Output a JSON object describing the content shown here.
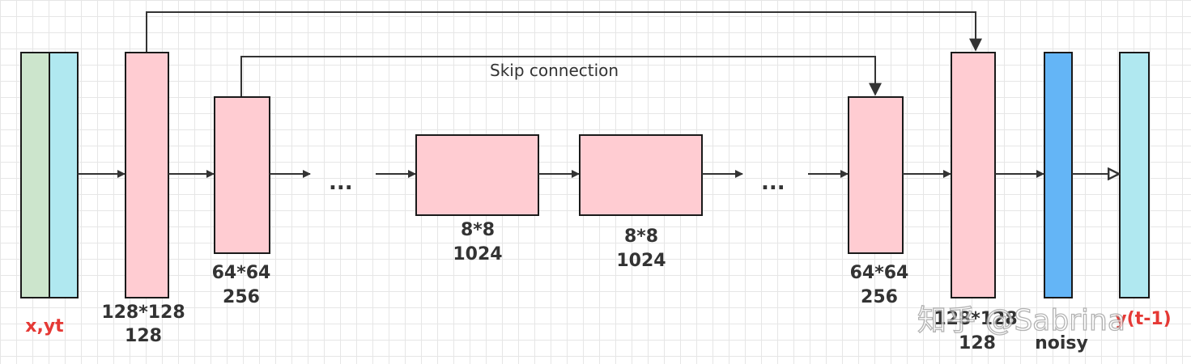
{
  "colors": {
    "pink": "#ffccd2",
    "green": "#cce5cc",
    "cyan": "#b0e8f0",
    "blue": "#64b5f6",
    "red_text": "#e53935"
  },
  "labels": {
    "input": "x,yt",
    "enc1": [
      "128*128",
      "128"
    ],
    "enc2": [
      "64*64",
      "256"
    ],
    "mid1": [
      "8*8",
      "1024"
    ],
    "mid2": [
      "8*8",
      "1024"
    ],
    "dec2": [
      "64*64",
      "256"
    ],
    "dec1": [
      "128*128",
      "128"
    ],
    "noise": [
      "noisy"
    ],
    "output": "y(t-1)"
  },
  "skip_label": "Skip connection",
  "ellipsis": "...",
  "watermark": "知乎 @Sabrina"
}
